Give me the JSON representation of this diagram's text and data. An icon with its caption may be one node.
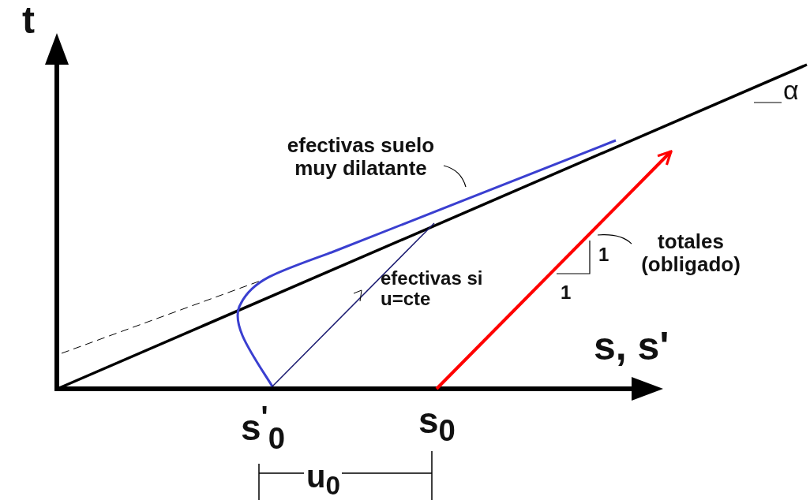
{
  "diagram": {
    "nodes": [
      {
        "text": [
          "efectivas suelo muy dilatante"
        ]
      },
      {
        "text": [
          "totales (obligado)"
        ]
      }
    ],
    "edges": [
      {
        "from": 0,
        "to": null,
        "arrow": "none"
      },
      {
        "from": 1,
        "to": null,
        "arrow": "none"
      }
    ],
    "labels": [
      "t",
      "α",
      "efectivas si u=cte",
      "1",
      "1",
      "s, s'",
      "s$^{'}$$_{0}$",
      "s$_{0}$",
      "u$_{0}$"
    ]
  }
}
